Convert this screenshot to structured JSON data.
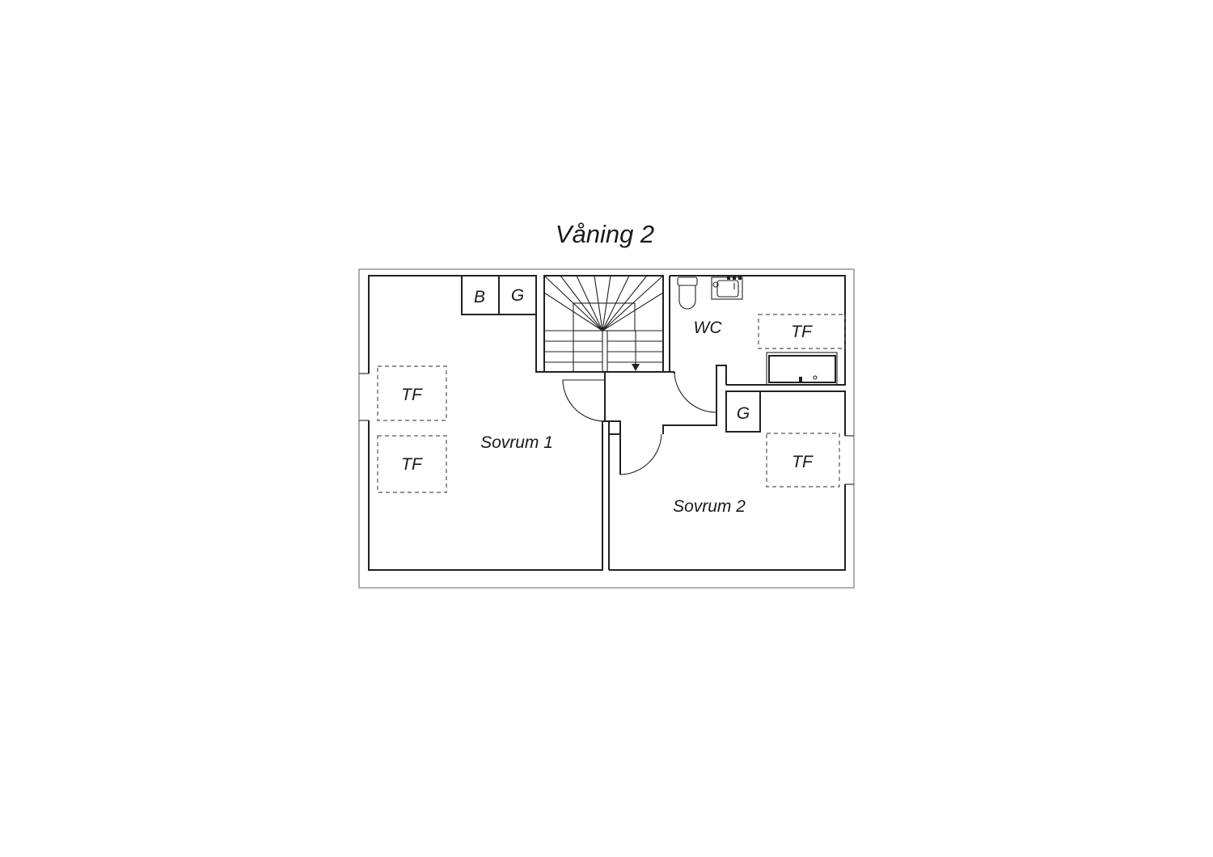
{
  "title": "Våning 2",
  "rooms": {
    "sovrum1": "Sovrum 1",
    "sovrum2": "Sovrum 2",
    "wc": "WC"
  },
  "closets": {
    "b": "B",
    "g1": "G",
    "g2": "G"
  },
  "tf_labels": {
    "tf1": "TF",
    "tf2": "TF",
    "tf3": "TF",
    "tf4": "TF"
  }
}
